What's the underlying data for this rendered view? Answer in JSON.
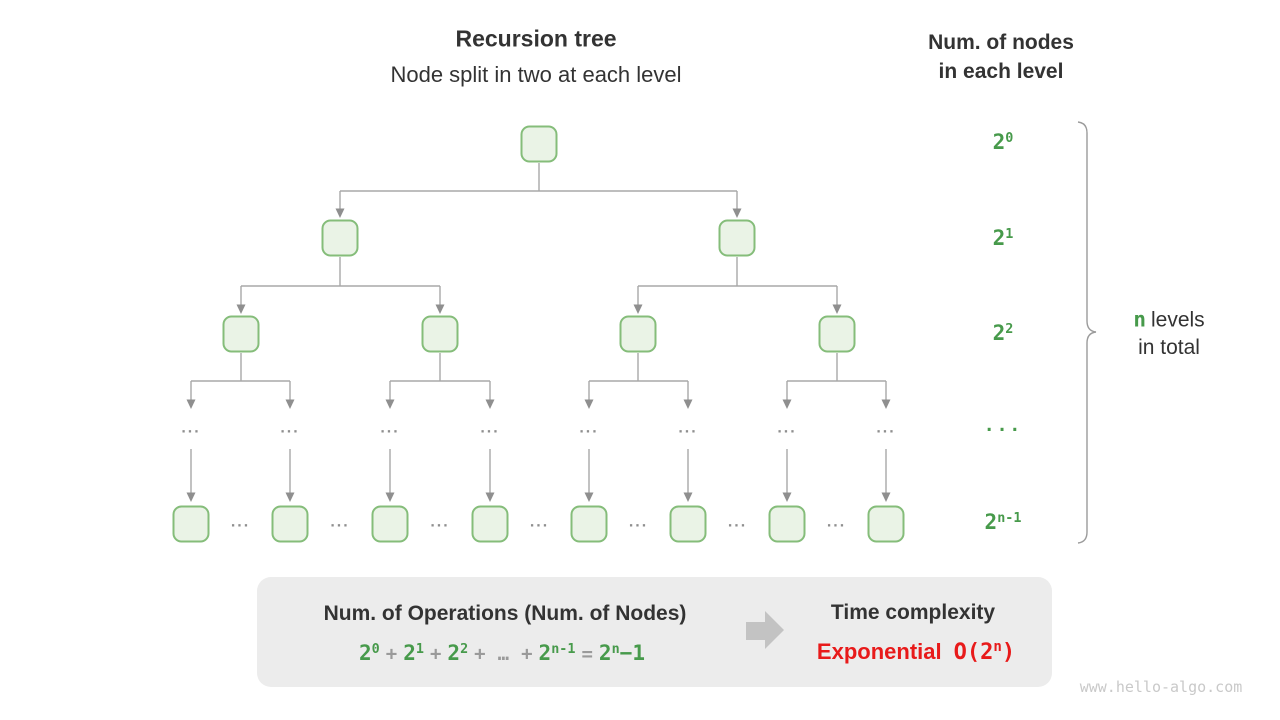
{
  "header": {
    "title": "Recursion tree",
    "subtitle": "Node split in two at each level"
  },
  "right_header": {
    "line1": "Num. of nodes",
    "line2": "in each level"
  },
  "level_labels": [
    {
      "base": "2",
      "sup": "0"
    },
    {
      "base": "2",
      "sup": "1"
    },
    {
      "base": "2",
      "sup": "2"
    },
    {
      "base": "...",
      "sup": ""
    },
    {
      "base": "2",
      "sup": "n-1"
    }
  ],
  "brace_label": {
    "highlight": "n",
    "line1_rest": "levels",
    "line2": "in total"
  },
  "tree": {
    "ellipsis": "..."
  },
  "panel": {
    "left_title": "Num. of Operations (Num. of Nodes)",
    "formula": {
      "terms": [
        {
          "base": "2",
          "sup": "0",
          "tail": ""
        },
        {
          "base": "+",
          "sup": "",
          "tail": ""
        },
        {
          "base": "2",
          "sup": "1",
          "tail": ""
        },
        {
          "base": "+",
          "sup": "",
          "tail": ""
        },
        {
          "base": "2",
          "sup": "2",
          "tail": ""
        },
        {
          "base": "+",
          "sup": "",
          "tail": ""
        },
        {
          "base": "…",
          "sup": "",
          "tail": ""
        },
        {
          "base": "+",
          "sup": "",
          "tail": ""
        },
        {
          "base": "2",
          "sup": "n-1",
          "tail": ""
        },
        {
          "base": "=",
          "sup": "",
          "tail": ""
        },
        {
          "base": "2",
          "sup": "n",
          "tail": "−1"
        }
      ]
    },
    "right_title": "Time complexity",
    "complexity": {
      "word": "Exponential",
      "big_o_prefix": "O(2",
      "big_o_sup": "n",
      "big_o_suffix": ")"
    }
  },
  "watermark": "www.hello-algo.com",
  "colors": {
    "green_text": "#479a4b",
    "node_border": "#85bd7a",
    "node_fill": "#eaf3e6",
    "line_gray": "#a8a8a8",
    "arrow_gray": "#8f8f8f",
    "dark_text": "#333333",
    "red": "#e81a1a",
    "panel_bg": "#ececec",
    "block_arrow": "#c3c3c3",
    "watermark_gray": "#c9c9c9",
    "operator_gray": "#9a9a9a"
  }
}
